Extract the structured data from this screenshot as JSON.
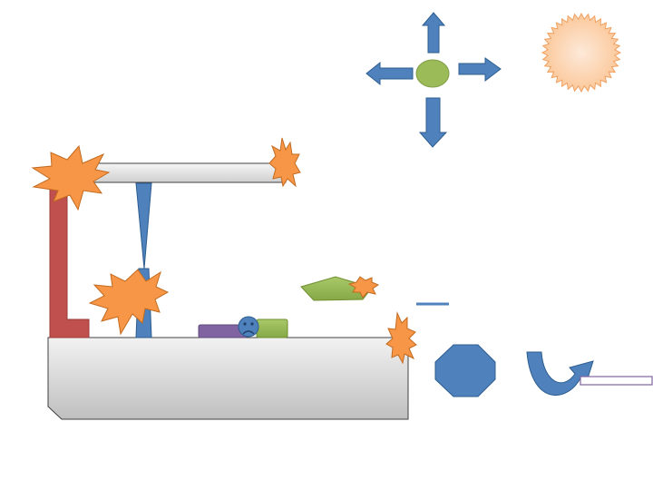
{
  "scene": {
    "colors": {
      "background": "#ffffff",
      "platform_light": "#f2f2f2",
      "platform_dark": "#bfbfbf",
      "outline": "#404040",
      "explosion_fill": "#f79646",
      "explosion_stroke": "#c26a1f",
      "blue": "#4f81bd",
      "blue_dark": "#2c5d8f",
      "red": "#c0504d",
      "green": "#9bbb59",
      "green_dark": "#6f8f2e",
      "purple": "#8064a2",
      "sun_fill": "#fbd5b5",
      "sun_stroke": "#f0a060",
      "rod_stroke": "#8064a2"
    },
    "pieces": {
      "ground_platform": "grey-platform",
      "top_beam": "grey-beam",
      "red_pillar": "red-l-pillar",
      "blue_support": "blue-wedge-support",
      "purple_block": "purple-block",
      "green_block": "green-block",
      "sad_face": "sad-face-icon",
      "green_ramp": "green-ramp",
      "small_dash": "blue-dash",
      "octagon": "blue-octagon",
      "u_turn_arrow": "u-turn-arrow-icon",
      "rod": "white-rod",
      "sun": "sun-icon"
    },
    "controls": {
      "up": "arrow-up-icon",
      "down": "arrow-down-icon",
      "left": "arrow-left-icon",
      "right": "arrow-right-icon",
      "center": "green-ball"
    }
  }
}
